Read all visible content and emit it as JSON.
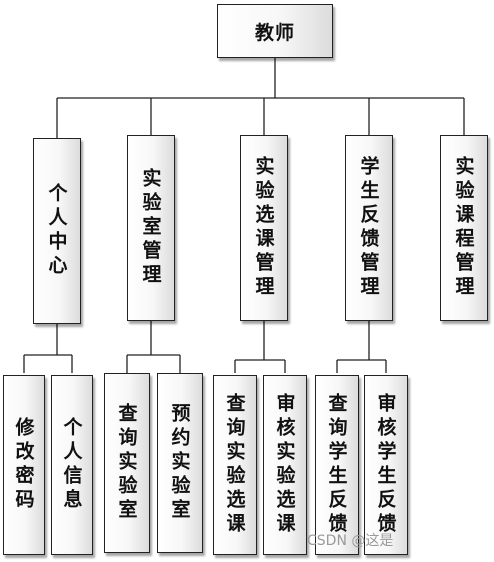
{
  "root": {
    "label": "教师"
  },
  "modules": [
    {
      "label": "个人中心",
      "children": [
        "修改密码",
        "个人信息"
      ]
    },
    {
      "label": "实验室管理",
      "children": [
        "查询实验室",
        "预约实验室"
      ]
    },
    {
      "label": "实验选课管理",
      "children": [
        "查询实验选课",
        "审核实验选课"
      ]
    },
    {
      "label": "学生反馈管理",
      "children": [
        "查询学生反馈",
        "审核学生反馈"
      ]
    },
    {
      "label": "实验课程管理",
      "children": []
    }
  ],
  "watermark": "CSDN @这是"
}
